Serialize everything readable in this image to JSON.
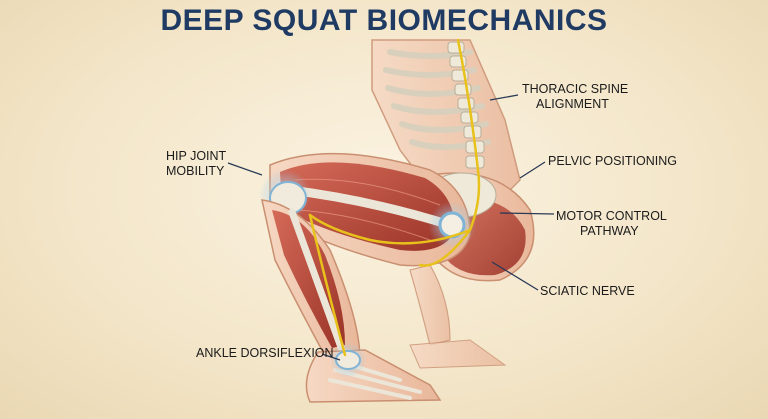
{
  "title": "DEEP SQUAT BIOMECHANICS",
  "labels": {
    "thoracic_spine": [
      "THORACIC SPINE",
      "ALIGNMENT"
    ],
    "hip_joint": [
      "HIP JOINT",
      "MOBILITY"
    ],
    "pelvic_positioning": "PELVIC POSITIONING",
    "motor_control": [
      "MOTOR CONTROL",
      "PATHWAY"
    ],
    "sciatic_nerve": "SCIATIC NERVE",
    "ankle_dorsiflexion": "ANKLE DORSIFLEXION"
  },
  "colors": {
    "title": "#1f3b63",
    "muscle": "#b9473a",
    "bone": "#ece6d8",
    "nerve": "#e8c21a",
    "skin": "#f2c9ae",
    "joint_glow": "#8fc3e0"
  }
}
